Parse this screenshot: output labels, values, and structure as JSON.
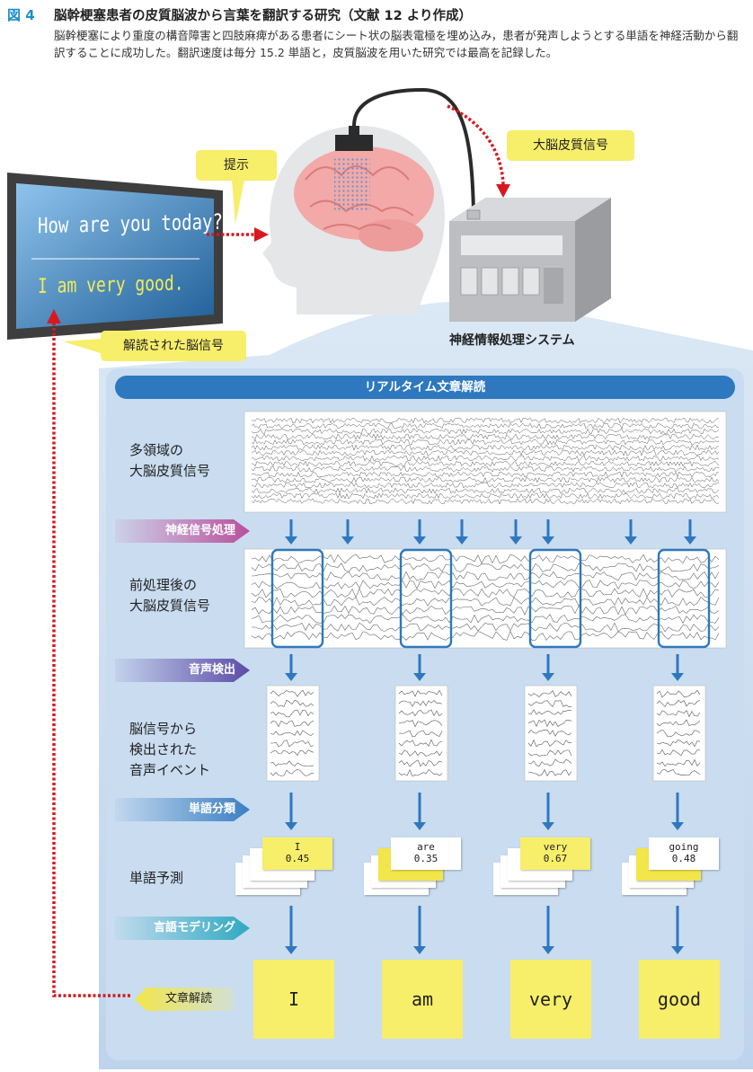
{
  "caption": {
    "figure_label": "図 4",
    "title": "脳幹梗塞患者の皮質脳波から言葉を翻訳する研究（文献 12 より作成）",
    "description": "脳幹梗塞により重度の構音障害と四肢麻痺がある患者にシート状の脳表電極を埋め込み，患者が発声しようとする単語を神経活動から翻訳することに成功した。翻訳速度は毎分 15.2 単語と，皮質脳波を用いた研究では最高を記録した。"
  },
  "monitor": {
    "question": "How are you today?",
    "answer": "I am very good."
  },
  "callouts": {
    "present": "提示",
    "cortical_signal": "大脳皮質信号",
    "decoded_signal": "解読された脳信号"
  },
  "system_label": "神経情報処理システム",
  "panel": {
    "title": "リアルタイム文章解読",
    "rows": {
      "raw": [
        "多領域の",
        "大脳皮質信号"
      ],
      "preprocessed": [
        "前処理後の",
        "大脳皮質信号"
      ],
      "events": [
        "脳信号から",
        "検出された",
        "音声イベント"
      ],
      "prediction": "単語予測"
    },
    "stages": {
      "processing": "神経信号処理",
      "detection": "音声検出",
      "classification": "単語分類",
      "language_model": "言語モデリング",
      "sentence_decoding": "文章解読"
    },
    "predictions": [
      {
        "word": "I",
        "prob": "0.45"
      },
      {
        "word": "are",
        "prob": "0.35"
      },
      {
        "word": "very",
        "prob": "0.67"
      },
      {
        "word": "going",
        "prob": "0.48"
      }
    ],
    "final_words": [
      "I",
      "am",
      "very",
      "good"
    ]
  },
  "colors": {
    "accent_blue": "#2e78bf",
    "panel_bg": "#c9dcf0",
    "highlight_yellow": "#f7ee6a",
    "dotted_red": "#d7191f"
  }
}
